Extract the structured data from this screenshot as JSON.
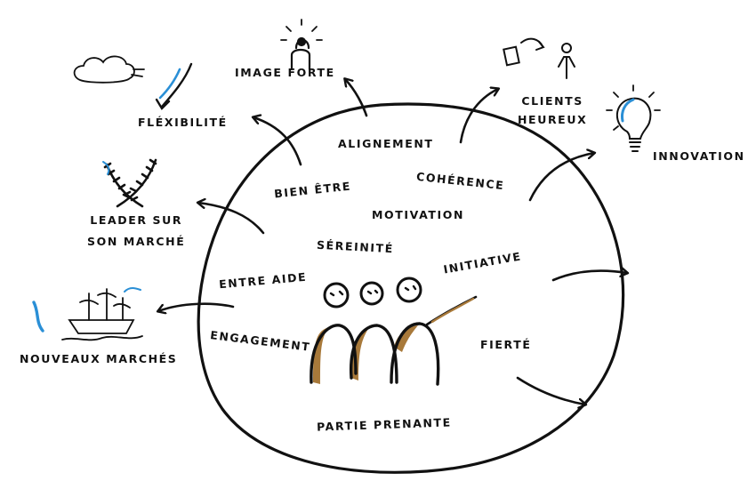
{
  "colors": {
    "ink": "#111111",
    "accent_blue": "#2a8fd6",
    "accent_brown": "#a8793a"
  },
  "inner_words": [
    "ALIGNEMENT",
    "BIEN ÊTRE",
    "COHÉRENCE",
    "MOTIVATION",
    "SÉREINITÉ",
    "INITIATIVE",
    "ENTRE AIDE",
    "ENGAGEMENT",
    "FIERTÉ",
    "PARTIE PRENANTE"
  ],
  "outcomes": {
    "image_forte": {
      "label": "IMAGE FORTE",
      "icon": "radiant-person-icon"
    },
    "flexibilite": {
      "label": "FLÉXIBILITÉ",
      "icon": "cloud-wind-icon"
    },
    "leader": {
      "lines": [
        "LEADER SUR",
        "SON MARCHÉ"
      ],
      "icon": "crossed-laurels-icon"
    },
    "nouveaux_marches": {
      "label": "NOUVEAUX MARCHÉS",
      "icon": "ship-icon"
    },
    "clients": {
      "lines": [
        "CLIENTS",
        "HEUREUX"
      ],
      "icon": "happy-client-icon"
    },
    "innovation": {
      "label": "INNOVATION",
      "icon": "lightbulb-icon"
    }
  }
}
